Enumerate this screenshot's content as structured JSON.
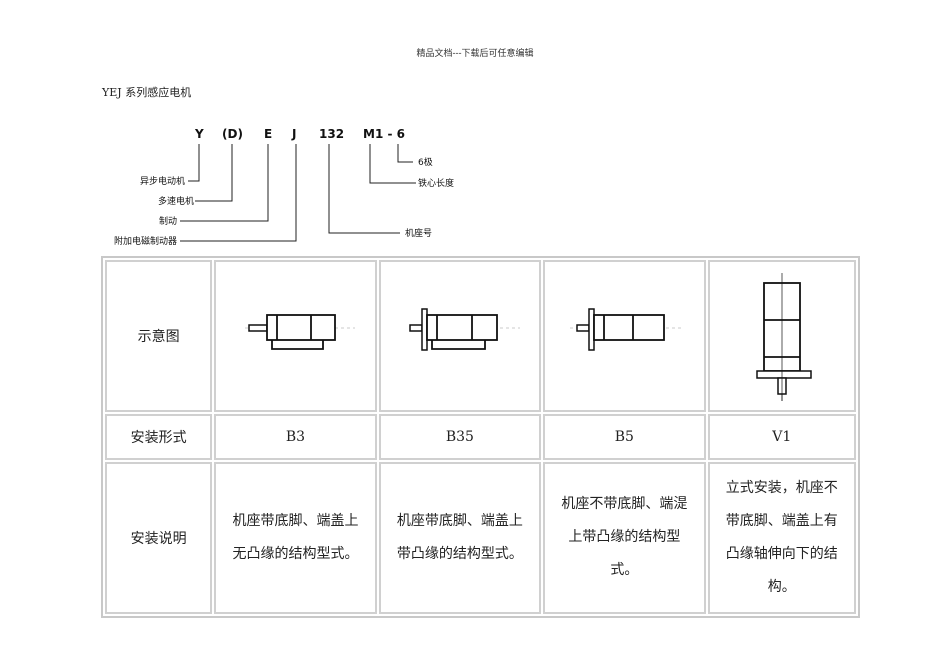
{
  "header_note": "精品文档---下载后可任意编辑",
  "title": "YEJ 系列感应电机",
  "model_code": {
    "segments": [
      {
        "code": "Y",
        "label": "异步电动机"
      },
      {
        "code": "(D)",
        "label": "多速电机"
      },
      {
        "code": "E",
        "label": "制动"
      },
      {
        "code": "J",
        "label": "附加电磁制动器"
      },
      {
        "code": "132",
        "label": "机座号"
      },
      {
        "code": "M1 - 6",
        "label_length": "铁心长度",
        "label_poles": "6极"
      }
    ]
  },
  "table": {
    "row_labels": {
      "diagram": "示意图",
      "mount_type": "安装形式",
      "description": "安装说明"
    },
    "columns": [
      {
        "type": "B3",
        "diagram_icon": "horizontal-foot-motor-icon",
        "description_lines": [
          "机座带底脚、端盖上",
          "无凸缘的结构型式。"
        ]
      },
      {
        "type": "B35",
        "diagram_icon": "horizontal-foot-flange-motor-icon",
        "description_lines": [
          "机座带底脚、端盖上",
          "带凸缘的结构型式。"
        ]
      },
      {
        "type": "B5",
        "diagram_icon": "horizontal-flange-motor-icon",
        "description_lines": [
          "机座不带底脚、端湜",
          "上带凸缘的结构型",
          "式。"
        ]
      },
      {
        "type": "V1",
        "diagram_icon": "vertical-flange-motor-icon",
        "description_lines": [
          "立式安装，机座不",
          "带底脚、端盖上有",
          "凸缘轴伸向下的结",
          "构。"
        ]
      }
    ]
  }
}
